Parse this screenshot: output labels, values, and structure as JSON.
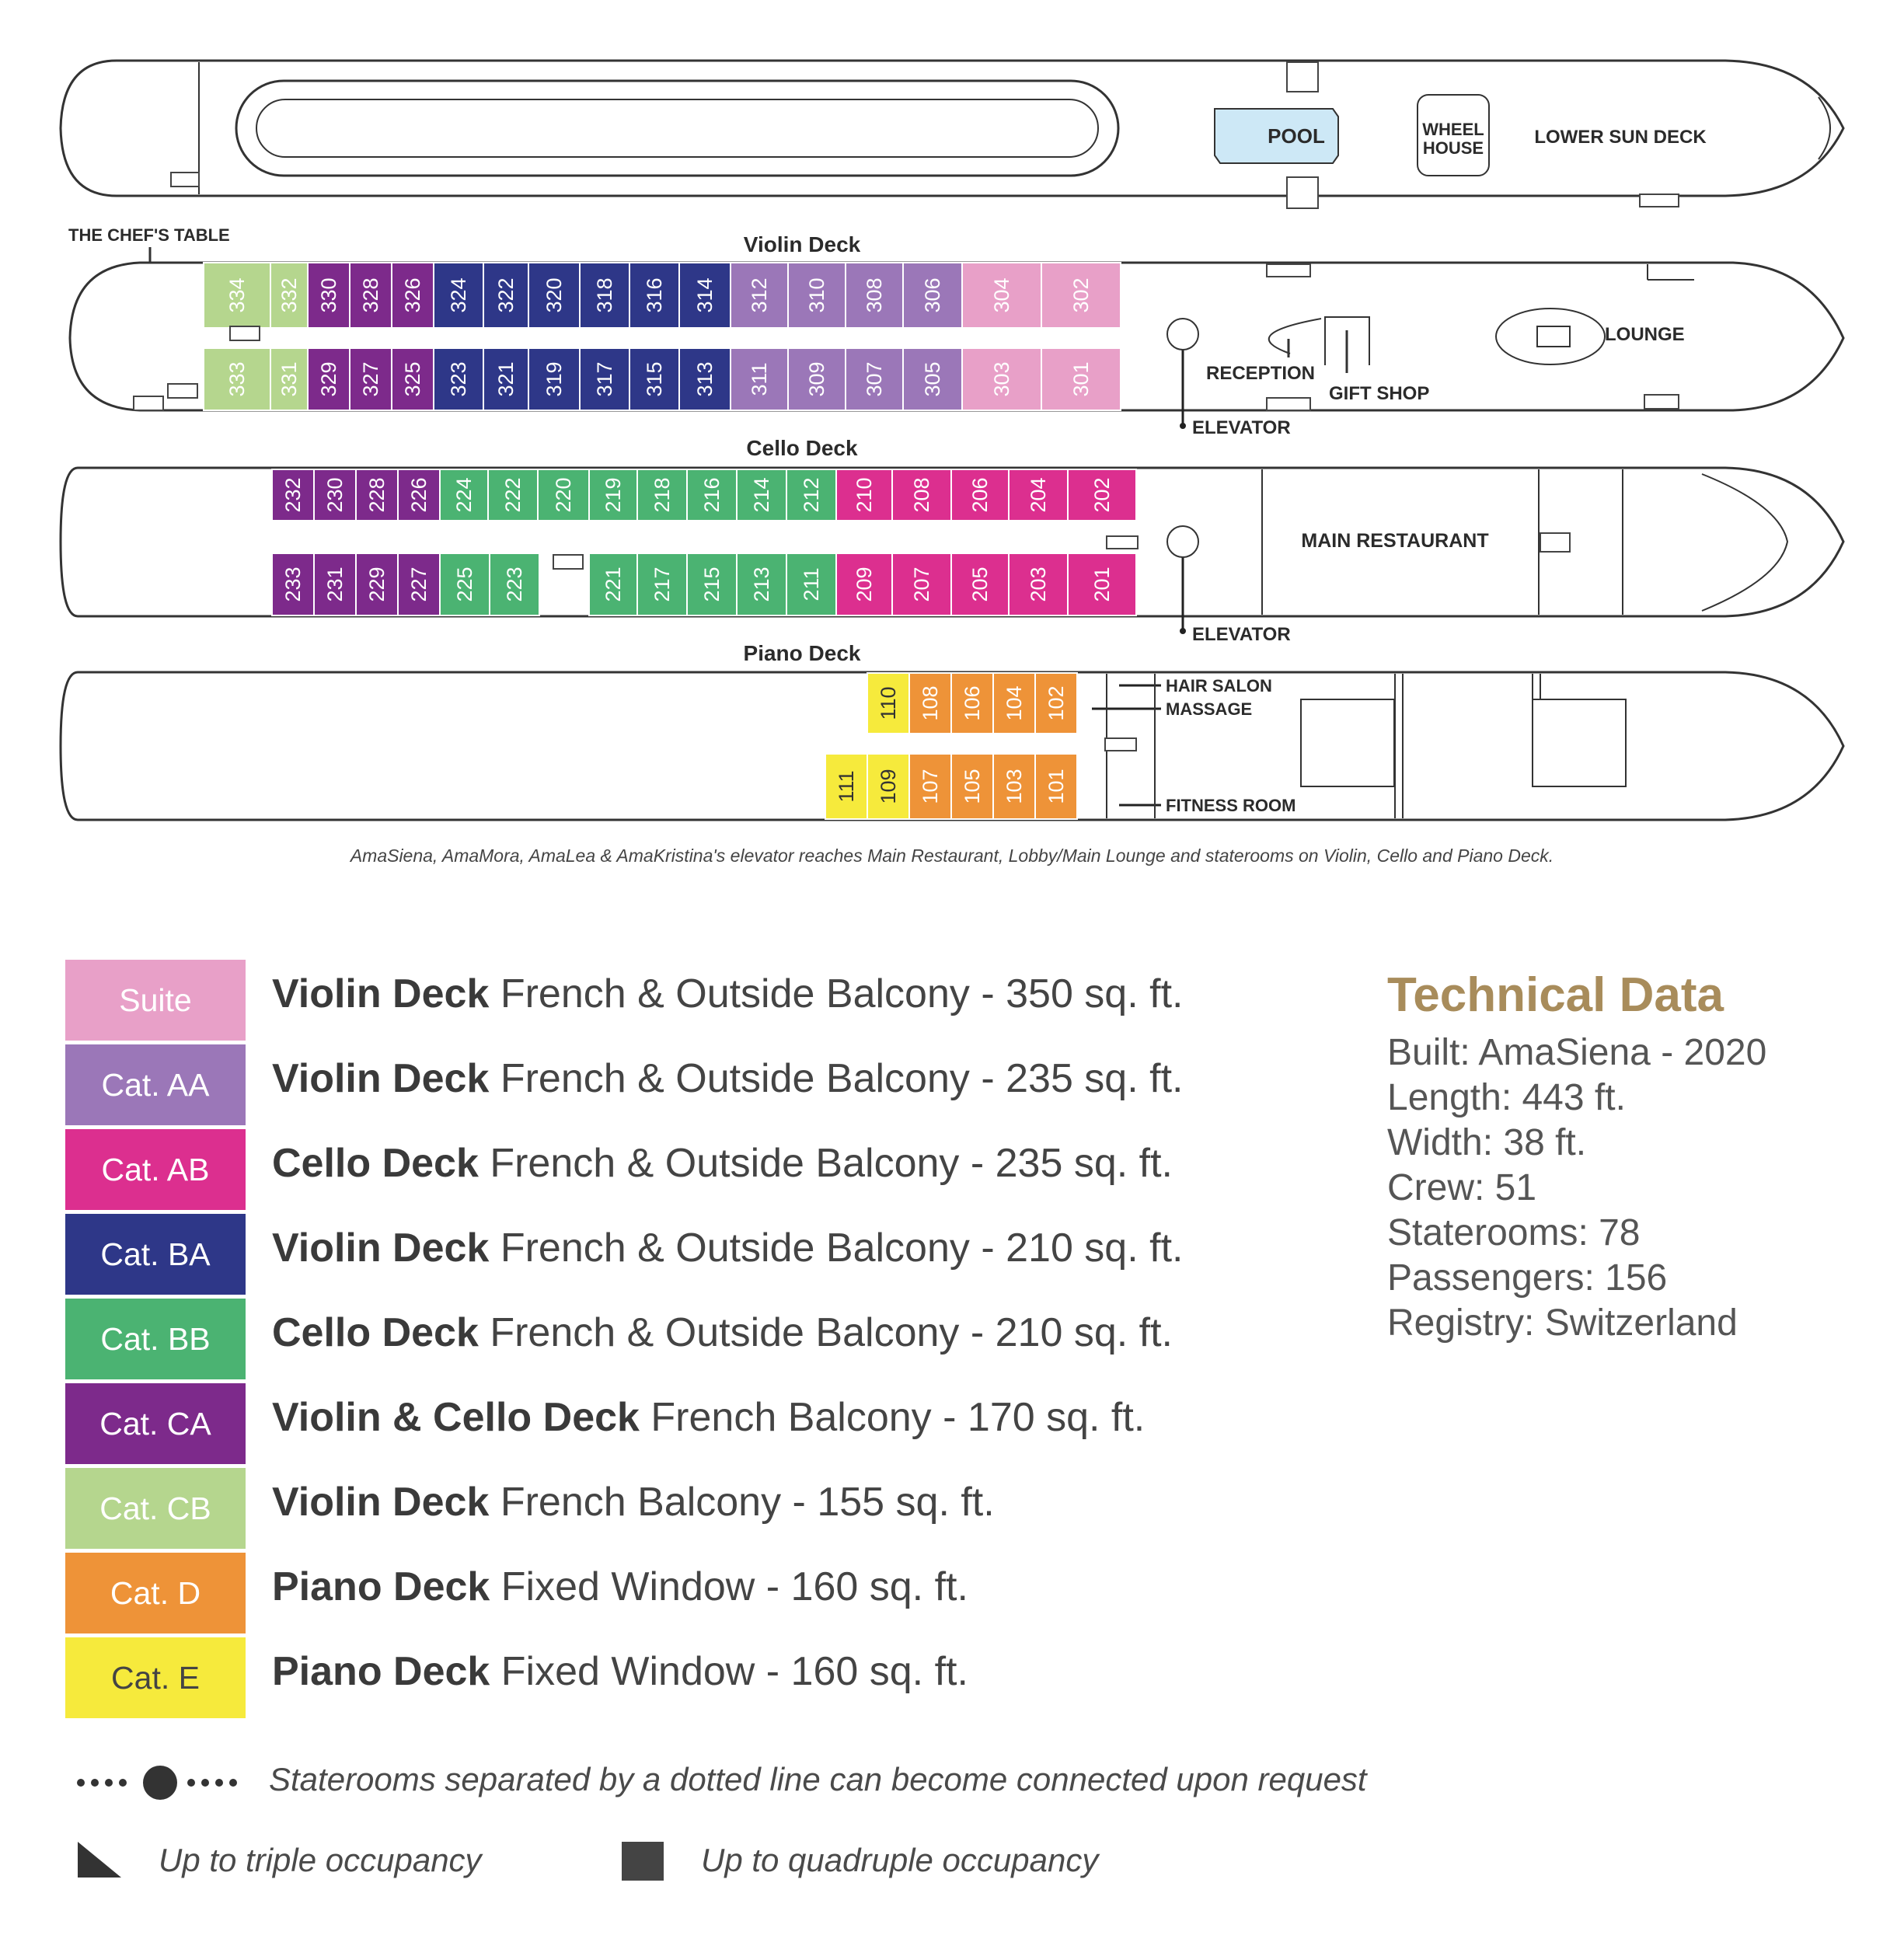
{
  "decks": {
    "sun": {
      "areas": {
        "pool": "POOL",
        "wheel_line1": "WHEEL",
        "wheel_line2": "HOUSE",
        "lower_sun": "LOWER SUN DECK"
      }
    },
    "violin": {
      "title": "Violin Deck",
      "chefs_table": "THE CHEF'S TABLE",
      "top_row": [
        {
          "num": "334",
          "cat": "CB"
        },
        {
          "num": "332",
          "cat": "CB"
        },
        {
          "num": "330",
          "cat": "CA"
        },
        {
          "num": "328",
          "cat": "CA"
        },
        {
          "num": "326",
          "cat": "CA"
        },
        {
          "num": "324",
          "cat": "BA"
        },
        {
          "num": "322",
          "cat": "BA"
        },
        {
          "num": "320",
          "cat": "BA"
        },
        {
          "num": "318",
          "cat": "BA"
        },
        {
          "num": "316",
          "cat": "BA"
        },
        {
          "num": "314",
          "cat": "BA"
        },
        {
          "num": "312",
          "cat": "AA"
        },
        {
          "num": "310",
          "cat": "AA"
        },
        {
          "num": "308",
          "cat": "AA"
        },
        {
          "num": "306",
          "cat": "AA"
        },
        {
          "num": "304",
          "cat": "Suite"
        },
        {
          "num": "302",
          "cat": "Suite"
        }
      ],
      "bottom_row": [
        {
          "num": "333",
          "cat": "CB"
        },
        {
          "num": "331",
          "cat": "CB"
        },
        {
          "num": "329",
          "cat": "CA"
        },
        {
          "num": "327",
          "cat": "CA"
        },
        {
          "num": "325",
          "cat": "CA"
        },
        {
          "num": "323",
          "cat": "BA"
        },
        {
          "num": "321",
          "cat": "BA"
        },
        {
          "num": "319",
          "cat": "BA"
        },
        {
          "num": "317",
          "cat": "BA"
        },
        {
          "num": "315",
          "cat": "BA"
        },
        {
          "num": "313",
          "cat": "BA"
        },
        {
          "num": "311",
          "cat": "AA"
        },
        {
          "num": "309",
          "cat": "AA"
        },
        {
          "num": "307",
          "cat": "AA"
        },
        {
          "num": "305",
          "cat": "AA"
        },
        {
          "num": "303",
          "cat": "Suite"
        },
        {
          "num": "301",
          "cat": "Suite"
        }
      ],
      "areas": {
        "reception": "RECEPTION",
        "gift_shop": "GIFT SHOP",
        "lounge": "LOUNGE",
        "elevator": "ELEVATOR"
      }
    },
    "cello": {
      "title": "Cello Deck",
      "top_row": [
        {
          "num": "232",
          "cat": "CA"
        },
        {
          "num": "230",
          "cat": "CA"
        },
        {
          "num": "228",
          "cat": "CA"
        },
        {
          "num": "226",
          "cat": "CA"
        },
        {
          "num": "224",
          "cat": "BB"
        },
        {
          "num": "222",
          "cat": "BB"
        },
        {
          "num": "220",
          "cat": "BB"
        },
        {
          "num": "219",
          "cat": "BB"
        },
        {
          "num": "218",
          "cat": "BB"
        },
        {
          "num": "216",
          "cat": "BB"
        },
        {
          "num": "214",
          "cat": "BB"
        },
        {
          "num": "212",
          "cat": "BB"
        },
        {
          "num": "210",
          "cat": "AB"
        },
        {
          "num": "208",
          "cat": "AB"
        },
        {
          "num": "206",
          "cat": "AB"
        },
        {
          "num": "204",
          "cat": "AB"
        },
        {
          "num": "202",
          "cat": "AB"
        }
      ],
      "bottom_row": [
        {
          "num": "233",
          "cat": "CA"
        },
        {
          "num": "231",
          "cat": "CA"
        },
        {
          "num": "229",
          "cat": "CA"
        },
        {
          "num": "227",
          "cat": "CA"
        },
        {
          "num": "225",
          "cat": "BB"
        },
        {
          "num": "223",
          "cat": "BB"
        },
        {
          "num": "221",
          "cat": "BB"
        },
        {
          "num": "217",
          "cat": "BB"
        },
        {
          "num": "215",
          "cat": "BB"
        },
        {
          "num": "213",
          "cat": "BB"
        },
        {
          "num": "211",
          "cat": "BB"
        },
        {
          "num": "209",
          "cat": "AB"
        },
        {
          "num": "207",
          "cat": "AB"
        },
        {
          "num": "205",
          "cat": "AB"
        },
        {
          "num": "203",
          "cat": "AB"
        },
        {
          "num": "201",
          "cat": "AB"
        }
      ],
      "areas": {
        "main_restaurant": "MAIN RESTAURANT",
        "elevator": "ELEVATOR"
      }
    },
    "piano": {
      "title": "Piano Deck",
      "top_row": [
        {
          "num": "110",
          "cat": "E"
        },
        {
          "num": "108",
          "cat": "D"
        },
        {
          "num": "106",
          "cat": "D"
        },
        {
          "num": "104",
          "cat": "D"
        },
        {
          "num": "102",
          "cat": "D"
        }
      ],
      "bottom_row": [
        {
          "num": "111",
          "cat": "E"
        },
        {
          "num": "109",
          "cat": "E"
        },
        {
          "num": "107",
          "cat": "D"
        },
        {
          "num": "105",
          "cat": "D"
        },
        {
          "num": "103",
          "cat": "D"
        },
        {
          "num": "101",
          "cat": "D"
        }
      ],
      "areas": {
        "hair_salon": "HAIR SALON",
        "massage": "MASSAGE",
        "fitness": "FITNESS ROOM"
      }
    }
  },
  "footnote": "AmaSiena, AmaMora, AmaLea & AmaKristina's elevator reaches Main Restaurant, Lobby/Main Lounge and staterooms on Violin, Cello and Piano Deck.",
  "colors": {
    "Suite": "#e8a0c8",
    "AA": "#9b77b8",
    "AB": "#dc2f8f",
    "BA": "#2e3788",
    "BB": "#4bb372",
    "CA": "#7d2a8b",
    "CB": "#b5d68e",
    "D": "#ee9338",
    "E": "#f6ea3c",
    "tech_title": "#a88c5b",
    "pool": "#cde8f6"
  },
  "legend": [
    {
      "swatch": "Suite",
      "deck": "Violin Deck",
      "desc": "French & Outside Balcony - 350 sq. ft."
    },
    {
      "swatch": "Cat. AA",
      "deck": "Violin Deck",
      "desc": "French & Outside Balcony - 235 sq. ft."
    },
    {
      "swatch": "Cat. AB",
      "deck": "Cello Deck",
      "desc": "French & Outside Balcony - 235 sq. ft."
    },
    {
      "swatch": "Cat. BA",
      "deck": "Violin Deck",
      "desc": "French & Outside Balcony - 210 sq. ft."
    },
    {
      "swatch": "Cat. BB",
      "deck": "Cello Deck",
      "desc": "French & Outside Balcony - 210 sq. ft."
    },
    {
      "swatch": "Cat. CA",
      "deck": "Violin & Cello Deck",
      "desc": "French Balcony - 170 sq. ft."
    },
    {
      "swatch": "Cat. CB",
      "deck": "Violin Deck",
      "desc": "French Balcony - 155 sq. ft."
    },
    {
      "swatch": "Cat. D",
      "deck": "Piano Deck",
      "desc": "Fixed Window - 160 sq. ft."
    },
    {
      "swatch": "Cat. E",
      "deck": "Piano Deck",
      "desc": "Fixed Window - 160 sq. ft."
    }
  ],
  "tech": {
    "title": "Technical Data",
    "items": [
      "Built: AmaSiena - 2020",
      "Length: 443 ft.",
      "Width: 38 ft.",
      "Crew: 51",
      "Staterooms: 78",
      "Passengers: 156",
      "Registry: Switzerland"
    ]
  },
  "key": {
    "connected": "Staterooms separated by a dotted line can become connected upon request",
    "triple": "Up to triple occupancy",
    "quadruple": "Up to quadruple occupancy"
  }
}
